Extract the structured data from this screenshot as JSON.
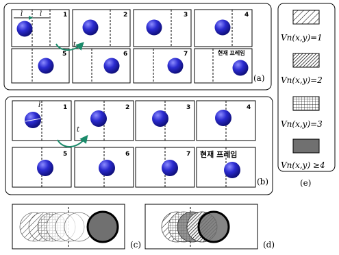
{
  "panel_a": {
    "label": "(a)",
    "frame_numbers": [
      "1",
      "2",
      "3",
      "4",
      "5",
      "6",
      "7"
    ],
    "current_frame": "현재 프레임",
    "dim_label": "l",
    "time_label": "t"
  },
  "panel_b": {
    "label": "(b)",
    "frame_numbers": [
      "1",
      "2",
      "3",
      "4",
      "5",
      "6",
      "7"
    ],
    "current_frame": "현재 프레임",
    "radius_label": "l",
    "time_label": "t"
  },
  "panel_c": {
    "label": "(c)"
  },
  "panel_d": {
    "label": "(d)"
  },
  "legend": {
    "label": "(e)",
    "items": [
      {
        "text": "Vn(x,y)=1",
        "pattern": "sparse-diagonal"
      },
      {
        "text": "Vn(x,y)=2",
        "pattern": "dense-diagonal"
      },
      {
        "text": "Vn(x,y)=3",
        "pattern": "grid"
      },
      {
        "text": "Vn(x,y) ≥4",
        "pattern": "solid-gray"
      }
    ]
  },
  "colors": {
    "ball": "#2b2bd0",
    "ball_highlight": "#8c8cff",
    "solid_gray": "#707070",
    "arrow": "#1a8a6a"
  }
}
